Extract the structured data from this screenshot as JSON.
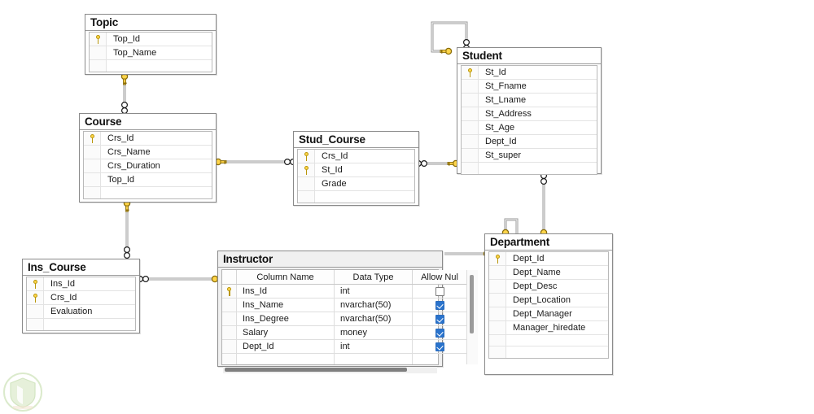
{
  "diagram": {
    "title": "Database Diagram",
    "background_color": "#ffffff",
    "key_icon": "key-icon",
    "relationship_one_symbol": "key",
    "relationship_many_symbol": "infinity"
  },
  "tables": [
    {
      "id": "topic",
      "name": "Topic",
      "columns": [
        {
          "name": "Top_Id",
          "key": true
        },
        {
          "name": "Top_Name",
          "key": false
        }
      ]
    },
    {
      "id": "course",
      "name": "Course",
      "columns": [
        {
          "name": "Crs_Id",
          "key": true
        },
        {
          "name": "Crs_Name",
          "key": false
        },
        {
          "name": "Crs_Duration",
          "key": false
        },
        {
          "name": "Top_Id",
          "key": false
        }
      ]
    },
    {
      "id": "stud_course",
      "name": "Stud_Course",
      "columns": [
        {
          "name": "Crs_Id",
          "key": true
        },
        {
          "name": "St_Id",
          "key": true
        },
        {
          "name": "Grade",
          "key": false
        }
      ]
    },
    {
      "id": "student",
      "name": "Student",
      "columns": [
        {
          "name": "St_Id",
          "key": true
        },
        {
          "name": "St_Fname",
          "key": false
        },
        {
          "name": "St_Lname",
          "key": false
        },
        {
          "name": "St_Address",
          "key": false
        },
        {
          "name": "St_Age",
          "key": false
        },
        {
          "name": "Dept_Id",
          "key": false
        },
        {
          "name": "St_super",
          "key": false
        }
      ]
    },
    {
      "id": "ins_course",
      "name": "Ins_Course",
      "columns": [
        {
          "name": "Ins_Id",
          "key": true
        },
        {
          "name": "Crs_Id",
          "key": true
        },
        {
          "name": "Evaluation",
          "key": false
        }
      ]
    },
    {
      "id": "department",
      "name": "Department",
      "columns": [
        {
          "name": "Dept_Id",
          "key": true
        },
        {
          "name": "Dept_Name",
          "key": false
        },
        {
          "name": "Dept_Desc",
          "key": false
        },
        {
          "name": "Dept_Location",
          "key": false
        },
        {
          "name": "Dept_Manager",
          "key": false
        },
        {
          "name": "Manager_hiredate",
          "key": false
        }
      ]
    }
  ],
  "instructor_table": {
    "id": "instructor",
    "name": "Instructor",
    "headers": [
      "",
      "Column Name",
      "Data Type",
      "Allow Nul"
    ],
    "rows": [
      {
        "key": true,
        "column_name": "Ins_Id",
        "data_type": "int",
        "allow_nulls": false
      },
      {
        "key": false,
        "column_name": "Ins_Name",
        "data_type": "nvarchar(50)",
        "allow_nulls": true
      },
      {
        "key": false,
        "column_name": "Ins_Degree",
        "data_type": "nvarchar(50)",
        "allow_nulls": true
      },
      {
        "key": false,
        "column_name": "Salary",
        "data_type": "money",
        "allow_nulls": true
      },
      {
        "key": false,
        "column_name": "Dept_Id",
        "data_type": "int",
        "allow_nulls": true
      }
    ],
    "checkbox_checked_color": "#2a73cc"
  },
  "relationships": [
    {
      "from": "Topic.Top_Id",
      "to": "Course.Top_Id",
      "one_side": "Topic",
      "many_side": "Course"
    },
    {
      "from": "Course.Crs_Id",
      "to": "Stud_Course.Crs_Id",
      "one_side": "Course",
      "many_side": "Stud_Course"
    },
    {
      "from": "Student.St_Id",
      "to": "Stud_Course.St_Id",
      "one_side": "Student",
      "many_side": "Stud_Course"
    },
    {
      "from": "Student.St_Id",
      "to": "Student.St_super",
      "one_side": "Student",
      "many_side": "Student"
    },
    {
      "from": "Department.Dept_Id",
      "to": "Student.Dept_Id",
      "one_side": "Department",
      "many_side": "Student"
    },
    {
      "from": "Department.Dept_Id",
      "to": "Department.Dept_Manager",
      "one_side": "Department",
      "many_side": "Department"
    },
    {
      "from": "Department.Dept_Id",
      "to": "Instructor.Dept_Id",
      "one_side": "Department",
      "many_side": "Instructor"
    },
    {
      "from": "Instructor.Ins_Id",
      "to": "Ins_Course.Ins_Id",
      "one_side": "Instructor",
      "many_side": "Ins_Course"
    },
    {
      "from": "Course.Crs_Id",
      "to": "Ins_Course.Crs_Id",
      "one_side": "Course",
      "many_side": "Ins_Course"
    }
  ],
  "watermark": {
    "name": "shield-watermark",
    "color": "#9cc273"
  }
}
